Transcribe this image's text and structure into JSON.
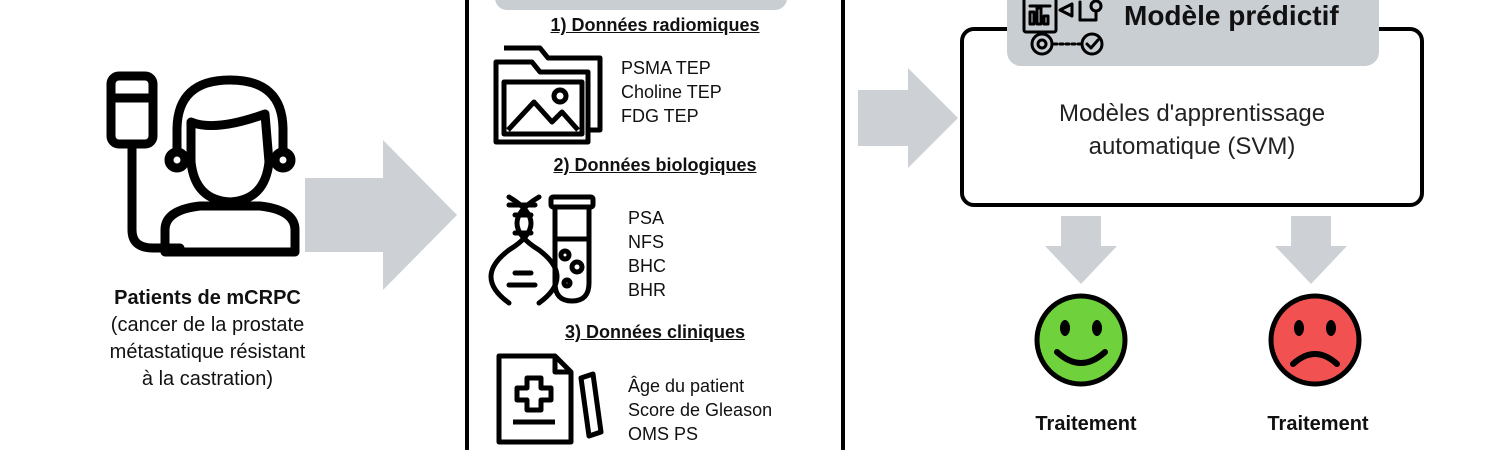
{
  "patient": {
    "title": "Patients de mCRPC",
    "lines": [
      "(cancer de la prostate",
      "métastatique résistant",
      "à la castration)"
    ],
    "icon": "patient-iv-icon"
  },
  "data_sources": {
    "sections": [
      {
        "title": "1) Données radiomiques",
        "items": [
          "PSMA TEP",
          "Choline TEP",
          "FDG TEP"
        ],
        "icon": "image-folder-icon"
      },
      {
        "title": "2) Données biologiques",
        "items": [
          "PSA",
          "NFS",
          "BHC",
          "BHR"
        ],
        "icon": "dna-test-tube-icon"
      },
      {
        "title": "3) Données cliniques",
        "items": [
          "Âge du patient",
          "Score de Gleason",
          "OMS PS"
        ],
        "icon": "medical-record-icon"
      }
    ]
  },
  "model": {
    "title": "Modèle prédictif",
    "desc_lines": [
      "Modèles d'apprentissage",
      "automatique (SVM)"
    ],
    "icon": "model-settings-icon"
  },
  "outcomes": [
    {
      "label": "Traitement",
      "icon": "happy-face-icon",
      "color": "#6fd13c"
    },
    {
      "label": "Traitement",
      "icon": "sad-face-icon",
      "color": "#f25151"
    }
  ],
  "colors": {
    "arrow": "#cdd1d6",
    "tab": "#c9ced3",
    "stroke": "#000000"
  }
}
